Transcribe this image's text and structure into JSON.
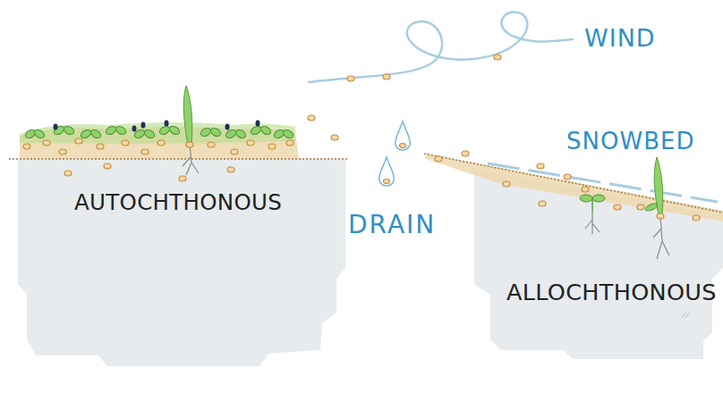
{
  "diagram": {
    "labels": [
      "WIND",
      "SNOWBED",
      "AUTOCHTHONOUS",
      "DRAIN",
      "ALLOCHTHONOUS"
    ]
  }
}
